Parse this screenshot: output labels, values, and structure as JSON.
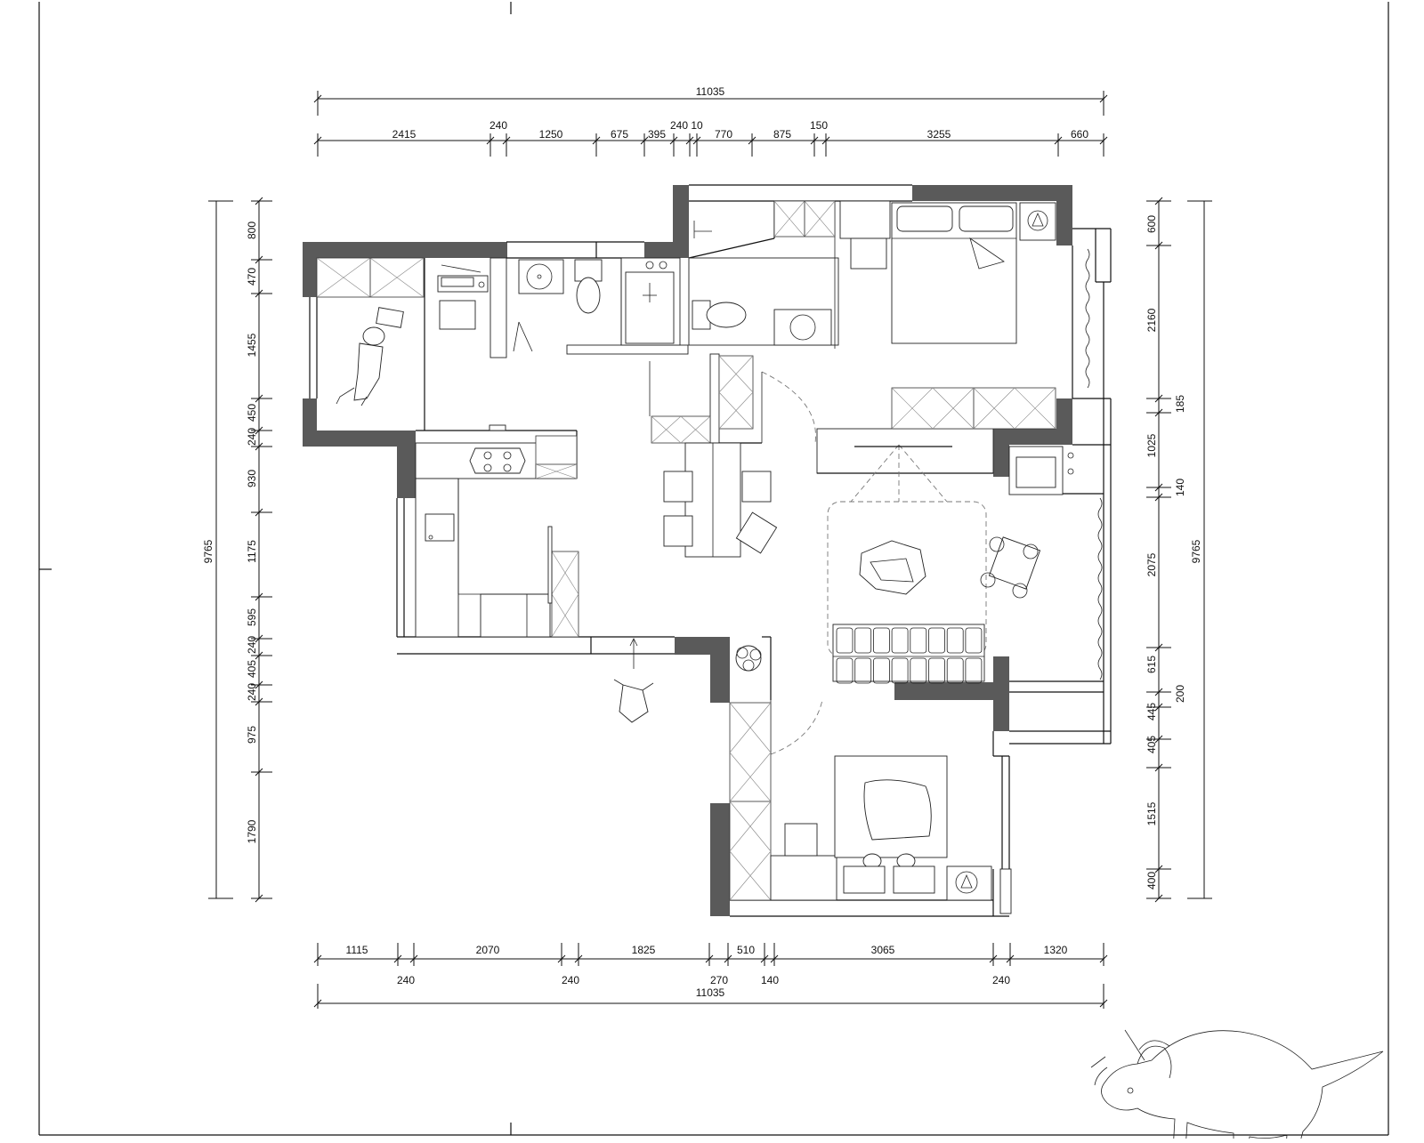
{
  "drawing": {
    "type": "apartment floor plan",
    "colors": {
      "wall": "#5a5a5a",
      "line": "#111111",
      "background": "#ffffff"
    }
  },
  "dimensions": {
    "top_total": "11035",
    "top_segments": [
      "2415",
      "240",
      "1250",
      "675",
      "395",
      "240",
      "10",
      "770",
      "875",
      "150",
      "3255",
      "660"
    ],
    "bottom_segments_upper": [
      "1115",
      "2070",
      "1825",
      "510",
      "3065",
      "1320"
    ],
    "bottom_segments_lower": [
      "240",
      "240",
      "270",
      "140",
      "240"
    ],
    "bottom_total": "11035",
    "left_total": "9765",
    "left_segments": [
      "800",
      "470",
      "1455",
      "450",
      "240",
      "930",
      "1175",
      "595",
      "240",
      "405",
      "240",
      "975",
      "1790"
    ],
    "right_total": "9765",
    "right_segments": [
      "600",
      "2160",
      "185",
      "1025",
      "140",
      "2075",
      "615",
      "200",
      "445",
      "405",
      "1515",
      "400"
    ]
  },
  "decorations": {
    "corner_sketch": "triceratops-sketch"
  }
}
